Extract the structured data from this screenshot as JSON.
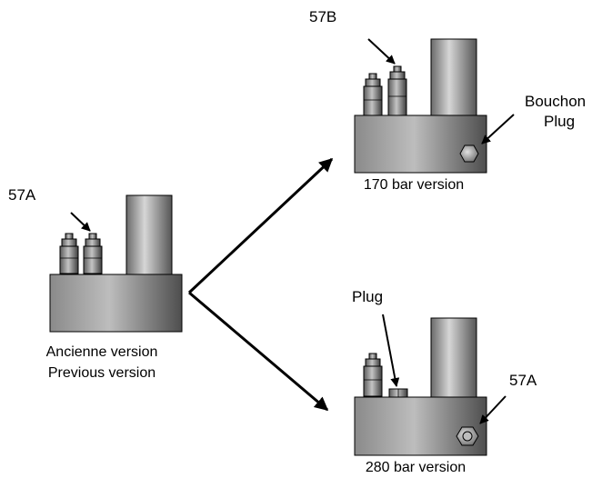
{
  "labels": {
    "previous_callout": "57A",
    "v170_callout": "57B",
    "v170_plug_fr": "Bouchon",
    "v170_plug_en": "Plug",
    "v280_plug": "Plug",
    "v280_callout": "57A"
  },
  "captions": {
    "previous_line1": "Ancienne version",
    "previous_line2": "Previous version",
    "v170": "170 bar version",
    "v280": "280 bar version"
  },
  "colors": {
    "stroke": "#000000",
    "metal_light": "#d8d8d8",
    "metal_mid": "#9a9a9a",
    "metal_dark": "#4a4a4a"
  }
}
